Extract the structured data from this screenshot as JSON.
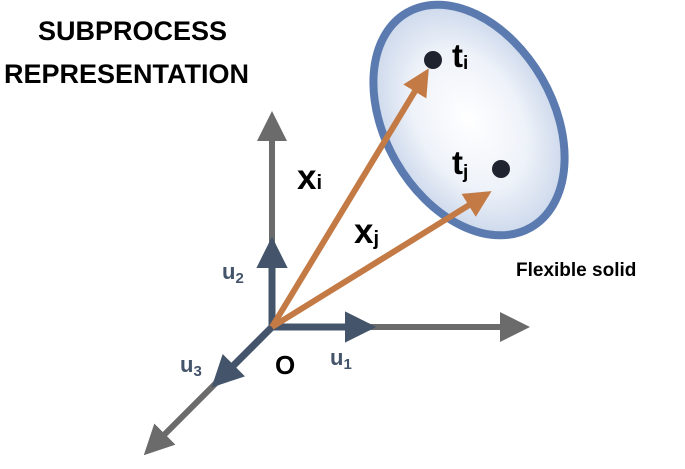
{
  "title": {
    "line1": "SUBPROCESS",
    "line2": "REPRESENTATION"
  },
  "origin": {
    "label": "O"
  },
  "axes": {
    "u1": {
      "main": "u",
      "sub": "1"
    },
    "u2": {
      "main": "u",
      "sub": "2"
    },
    "u3": {
      "main": "u",
      "sub": "3"
    }
  },
  "vectors": {
    "xi": {
      "main": "x",
      "sub": "i"
    },
    "xj": {
      "main": "x",
      "sub": "j"
    }
  },
  "points": {
    "ti": {
      "main": "t",
      "sub": "i"
    },
    "tj": {
      "main": "t",
      "sub": "j"
    }
  },
  "solid": {
    "label": "Flexible solid"
  },
  "colors": {
    "axis_gray": "#6b6b6b",
    "basis_blue": "#44546a",
    "vector_orange": "#c47a45",
    "ellipse_stroke": "#5b7bb0",
    "ellipse_fill_center": "#ffffff",
    "ellipse_fill_edge": "#c9d6ea",
    "point_fill": "#1f2330"
  }
}
